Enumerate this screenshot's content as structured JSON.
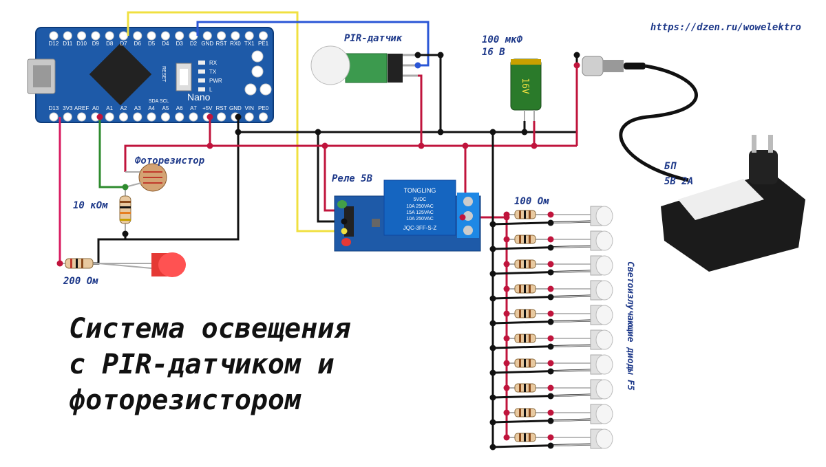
{
  "header": {
    "url": "https://dzen.ru/wowelektro"
  },
  "title": {
    "line1": "Система освещения",
    "line2": "с PIR-датчиком и",
    "line3": "фоторезистором"
  },
  "labels": {
    "pir": "PIR-датчик",
    "cap_line1": "100 мкФ",
    "cap_line2": "16 В",
    "psu_line1": "БП",
    "psu_line2": "5В 2А",
    "photoresistor": "Фоторезистор",
    "relay": "Реле 5В",
    "r_10k": "10 кОм",
    "r_200": "200 Ом",
    "r_100": "100 Ом",
    "leds": "Светоизлучающие диоды F5"
  },
  "arduino": {
    "name": "Nano",
    "top_pins": [
      "D12",
      "D11",
      "D10",
      "D9",
      "D8",
      "D7",
      "D6",
      "D5",
      "D4",
      "D3",
      "D2",
      "GND",
      "RST",
      "RX0",
      "TX1",
      "PE1"
    ],
    "bottom_pins": [
      "D13",
      "3V3",
      "AREF",
      "A0",
      "A1",
      "A2",
      "A3",
      "A4",
      "A5",
      "A6",
      "A7",
      "+5V",
      "RST",
      "GND",
      "VIN",
      "PE0"
    ],
    "leds": [
      "RX",
      "TX",
      "PWR",
      "L"
    ],
    "reset": "RESET",
    "sda_scl": "SDA SCL"
  },
  "relay_module": {
    "brand": "TONGLING",
    "spec1": "5VDC",
    "spec2": "10A 250VAC",
    "spec3": "15A 125VAC",
    "spec4": "10A 250VAC",
    "model": "JQC-3FF-S-Z"
  },
  "capacitor_text": "16V",
  "led_count": 10,
  "colors": {
    "red_wire": "#c0143c",
    "black_wire": "#111111",
    "yellow_wire": "#f0e040",
    "blue_wire": "#2a56d6",
    "green_wire": "#2e8b2e",
    "pink_wire": "#d81b60",
    "label": "#1f3a8a"
  }
}
